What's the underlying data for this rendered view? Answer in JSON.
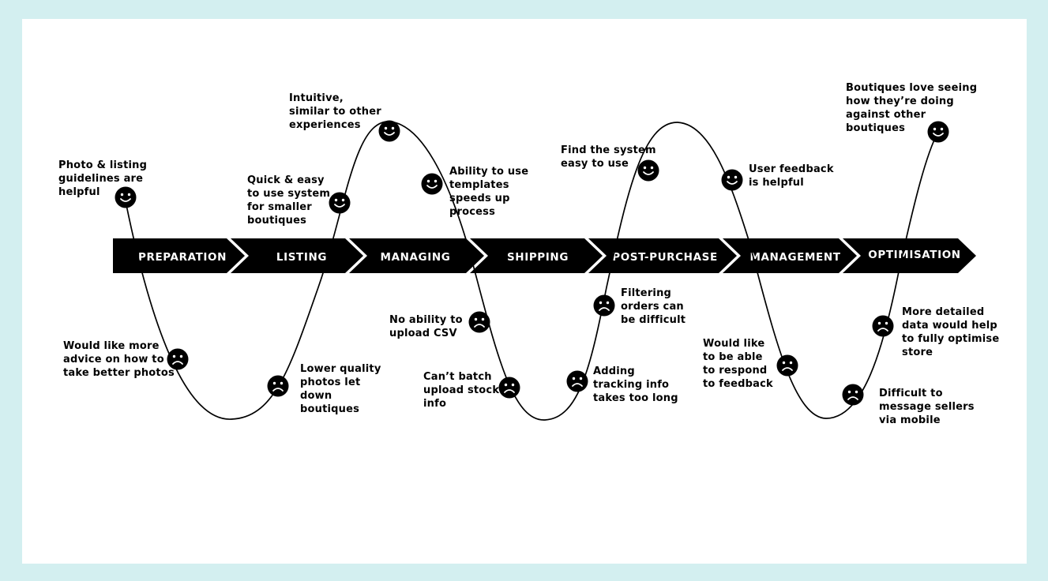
{
  "colors": {
    "background": "#d3eff0",
    "card": "#ffffff",
    "ink": "#000000"
  },
  "stages": [
    {
      "label": "PREPARATION"
    },
    {
      "label": "LISTING"
    },
    {
      "label": "MANAGING"
    },
    {
      "label": "SHIPPING"
    },
    {
      "label": "POST-PURCHASE"
    },
    {
      "label": "MANAGEMENT"
    },
    {
      "label": "OPTIMISATION"
    }
  ],
  "notes": {
    "photo_guidelines": "Photo & listing\nguidelines are\nhelpful",
    "quick_easy": "Quick & easy\nto use system\nfor smaller\nboutiques",
    "intuitive": "Intuitive,\nsimilar to other\nexperiences",
    "templates": "Ability to use\ntemplates\nspeeds up\nprocess",
    "find_system": "Find the system\neasy to use",
    "user_feedback": "User feedback\nis helpful",
    "boutiques_love": "Boutiques love seeing\nhow they’re doing\nagainst other\nboutiques",
    "advice_photos": "Would like more\nadvice on how to\ntake better photos",
    "lower_quality": "Lower quality\nphotos let\ndown\nboutiques",
    "no_csv": "No ability to\nupload CSV",
    "batch_upload": "Can’t batch\nupload stock\ninfo",
    "filtering": "Filtering\norders can\nbe difficult",
    "tracking": "Adding\ntracking info\ntakes too long",
    "respond_feedback": "Would like\nto be able\nto respond\nto feedback",
    "detailed_data": "More detailed\ndata would help\nto fully optimise\nstore",
    "message_sellers": "Difficult to\nmessage sellers\nvia mobile"
  }
}
